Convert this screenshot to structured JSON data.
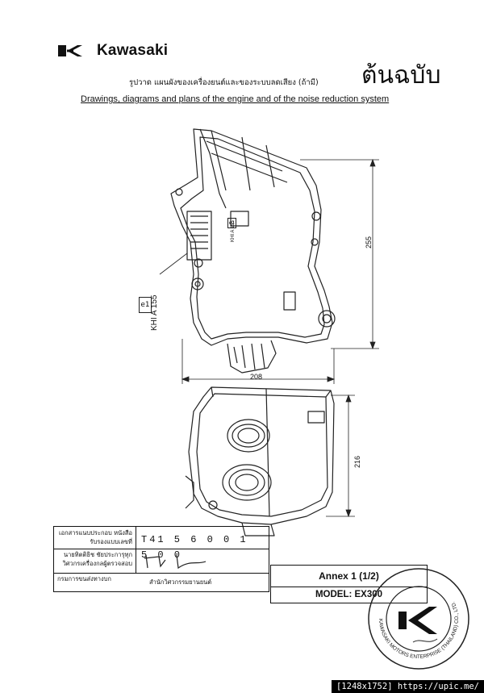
{
  "header": {
    "brand": "Kawasaki",
    "thai_title": "รูปวาด แผนผังของเครื่องยนต์และของระบบลดเสียง (ถ้ามี)",
    "original_stamp": "ต้นฉบับ",
    "english_title": "Drawings, diagrams and plans of the engine and of the noise reduction system"
  },
  "drawing": {
    "part_marking": "KHI A 155",
    "part_code": "e1",
    "dimensions": {
      "height_top": "255",
      "width": "208",
      "height_bottom": "216"
    }
  },
  "approval_table": {
    "row1_label": "เอกสารแนบประกอบ หนังสือรับรองแบบเลขที่",
    "certificate_number": "T41  5 6 0 0 1 5 0 0",
    "row2_label": "นายทิตติธิช ชัยประการุทุก วิศวกรเครื่องกลผู้ตรวจสอบ",
    "row3_label": "กรมการขนส่งทางบก",
    "row3_value": "สำนักวิศวกรรมยานยนต์"
  },
  "annex": {
    "title": "Annex 1 (1/2)",
    "model": "MODEL: EX300"
  },
  "seal": {
    "text": "KAWASAKI MOTORS ENTERPRISE (THAILAND) CO., LTD."
  },
  "watermark": "[1248x1752] https://upic.me/"
}
